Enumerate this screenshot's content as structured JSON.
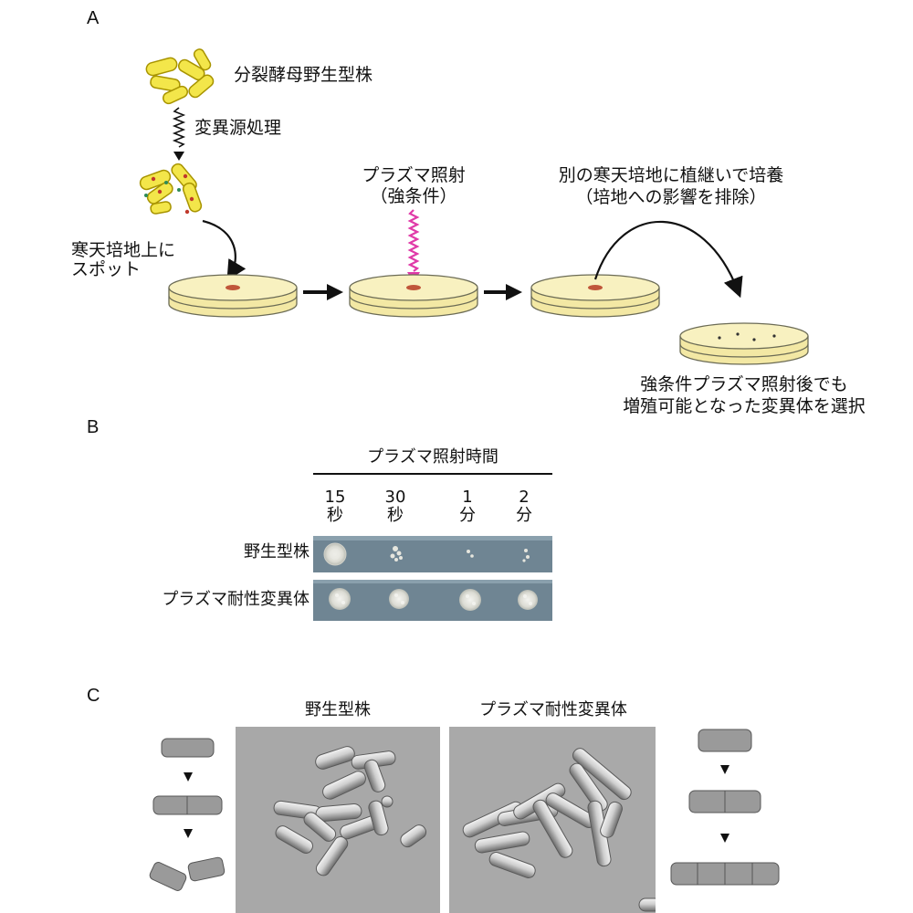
{
  "panels": {
    "a": {
      "letter": "A",
      "wild_type_label": "分裂酵母野生型株",
      "mutagen_label": "変異源処理",
      "spot_label_line1": "寒天培地上に",
      "spot_label_line2": "スポット",
      "plasma_label_line1": "プラズマ照射",
      "plasma_label_line2": "（強条件）",
      "subculture_line1": "別の寒天培地に植継いで培養",
      "subculture_line2": "（培地への影響を排除）",
      "select_line1": "強条件プラズマ照射後でも",
      "select_line2": "増殖可能となった変異体を選択"
    },
    "b": {
      "letter": "B",
      "header": "プラズマ照射時間",
      "times": [
        {
          "num": "15",
          "unit": "秒"
        },
        {
          "num": "30",
          "unit": "秒"
        },
        {
          "num": "1",
          "unit": "分"
        },
        {
          "num": "2",
          "unit": "分"
        }
      ],
      "rows": [
        {
          "label": "野生型株"
        },
        {
          "label": "プラズマ耐性変異体"
        }
      ]
    },
    "c": {
      "letter": "C",
      "wild_type_title": "野生型株",
      "mutant_title": "プラズマ耐性変異体"
    }
  },
  "colors": {
    "cell_yellow": "#f3e64a",
    "cell_outline": "#b8a400",
    "agar": "#f6eeb0",
    "dish_edge": "#6b6b55",
    "spot": "#c0563a",
    "plasma_arrow": "#e03aa8",
    "plate_gray": "#6f8593",
    "micro_bg": "#a9a9a9",
    "schematic_gray": "#9a9a9a"
  }
}
